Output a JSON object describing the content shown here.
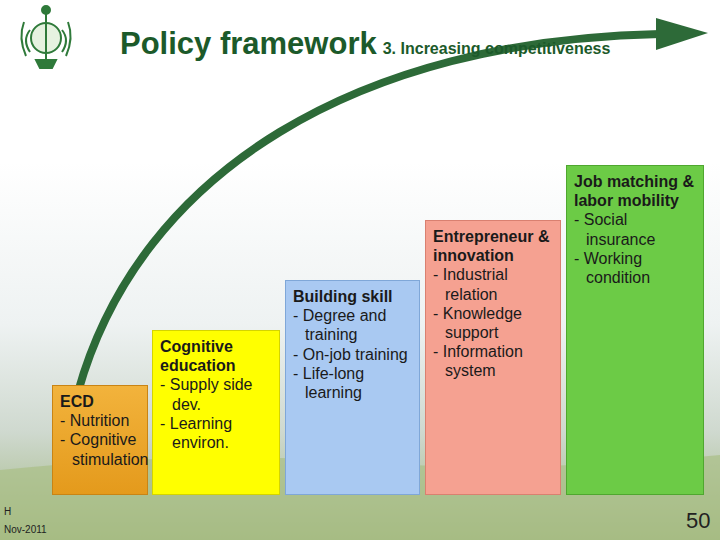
{
  "diagram": {
    "title": "Policy framework",
    "nodes": [
      {
        "text": [
          "ECD",
          "- Nutrition",
          "- Cognitive stimulation"
        ]
      },
      {
        "text": [
          "Cognitive education",
          "- Supply side dev.",
          "- Learning environ."
        ]
      },
      {
        "text": [
          "Building skill",
          "- Degree and training",
          "- On-job training",
          "- Life-long learning"
        ]
      },
      {
        "text": [
          "Entrepreneur & innovation",
          "- Industrial relation",
          "- Knowledge support",
          "- Information system"
        ]
      },
      {
        "text": [
          "Job matching & labor mobility",
          "- Social insurance",
          "- Working condition"
        ]
      }
    ],
    "labels": [
      "3. Increasing competitiveness",
      "H",
      "Nov-2011",
      "50"
    ]
  }
}
